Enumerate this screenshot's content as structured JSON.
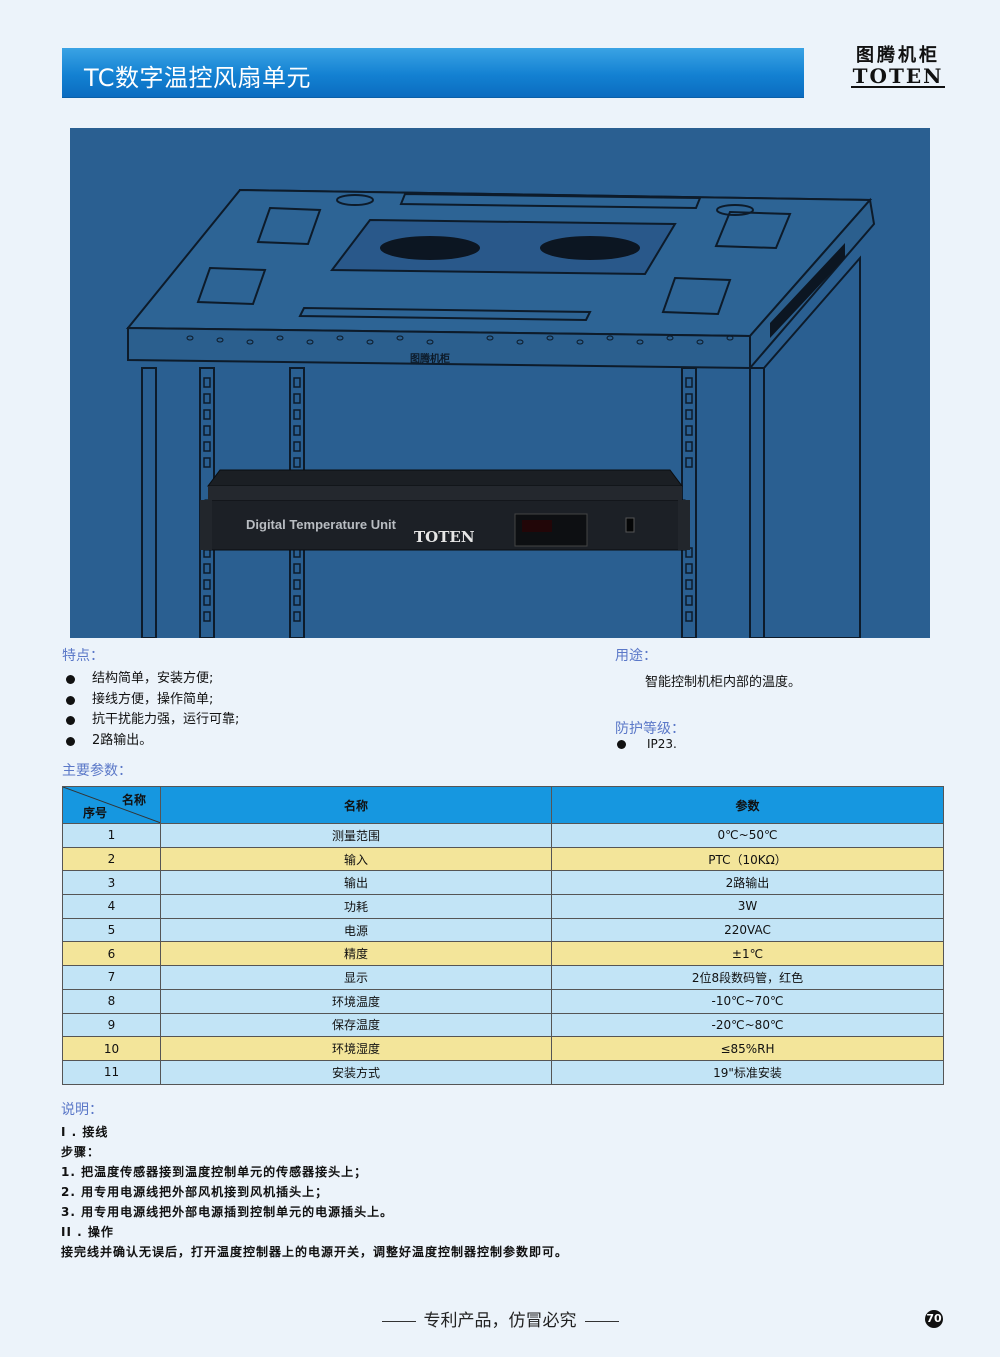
{
  "header": {
    "title": "TC数字温控风扇单元",
    "logo_cn": "图腾机柜",
    "logo_en": "TOTEN"
  },
  "photo": {
    "cabinet_label": "图腾机柜",
    "unit_label": "Digital Temperature Unit",
    "unit_brand": "TOTEN"
  },
  "features": {
    "label": "特点：",
    "items": [
      "结构简单，安装方便;",
      "接线方便，操作简单;",
      "抗干扰能力强，运行可靠;",
      "2路输出。"
    ]
  },
  "usage": {
    "label": "用途：",
    "text": "智能控制机柜内部的温度。"
  },
  "protection": {
    "label": "防护等级：",
    "value": "IP23."
  },
  "params": {
    "label": "主要参数：",
    "header_corner_top": "名称",
    "header_corner_bottom": "序号",
    "header_name": "名称",
    "header_value": "参数",
    "rows": [
      {
        "no": "1",
        "name": "测量范围",
        "value": "0℃~50℃"
      },
      {
        "no": "2",
        "name": "输入",
        "value": "PTC（10KΩ）"
      },
      {
        "no": "3",
        "name": "输出",
        "value": "2路输出"
      },
      {
        "no": "4",
        "name": "功耗",
        "value": "3W"
      },
      {
        "no": "5",
        "name": "电源",
        "value": "220VAC"
      },
      {
        "no": "6",
        "name": "精度",
        "value": "±1℃"
      },
      {
        "no": "7",
        "name": "显示",
        "value": "2位8段数码管，红色"
      },
      {
        "no": "8",
        "name": "环境温度",
        "value": "-10℃~70℃"
      },
      {
        "no": "9",
        "name": "保存温度",
        "value": "-20℃~80℃"
      },
      {
        "no": "10",
        "name": "环境湿度",
        "value": "≤85%RH"
      },
      {
        "no": "11",
        "name": "安装方式",
        "value": "19\"标准安装"
      }
    ]
  },
  "notes": {
    "label": "说明：",
    "lines": [
      "I . 接线",
      "步骤：",
      "1. 把温度传感器接到温度控制单元的传感器接头上；",
      "2. 用专用电源线把外部风机接到风机插头上；",
      "3. 用专用电源线把外部电源插到控制单元的电源插头上。",
      "II . 操作",
      "接完线并确认无误后，打开温度控制器上的电源开关，调整好温度控制器控制参数即可。"
    ]
  },
  "footer": {
    "slogan": "专利产品，仿冒必究",
    "page_number": "70"
  },
  "colors": {
    "title_bar": "#1381d2",
    "photo_bg": "#2a5f91",
    "table_header": "#1697e0",
    "row_blue": "#c2e4f6",
    "row_yellow": "#f3e59a",
    "label_blue": "#5b78c8"
  }
}
